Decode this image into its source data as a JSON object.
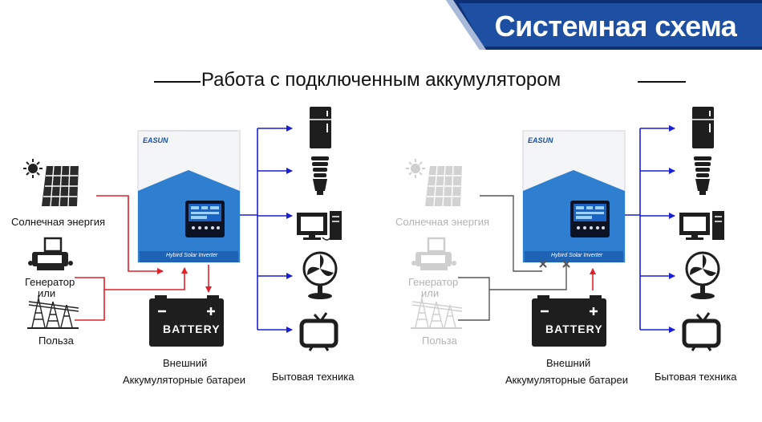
{
  "header": {
    "title": "Системная схема",
    "subtitle": "Работа с подключенным аккумулятором"
  },
  "labels": {
    "solar": "Солнечная энергия",
    "generator_line1": "Генератор",
    "generator_line2": "или",
    "utility": "Польза",
    "battery_line1": "Внешний",
    "battery_line2": "Аккумуляторные батареи",
    "appliances": "Бытовая техника",
    "battery_text": "BATTERY",
    "inverter_label": "Hybird Solar Inverter",
    "brand": "EASUN"
  },
  "colors": {
    "banner": "#1d4fa3",
    "inverter_blue": "#2f7fd0",
    "input_line": "#e0202a",
    "output_line": "#1a1fd6",
    "disabled_line": "#555555",
    "dim_text": "#b3b3b3"
  },
  "diagrams": [
    {
      "name": "left",
      "source_lines_active": true,
      "generator_connected": true
    },
    {
      "name": "right",
      "source_lines_active": false,
      "generator_connected": false
    }
  ]
}
